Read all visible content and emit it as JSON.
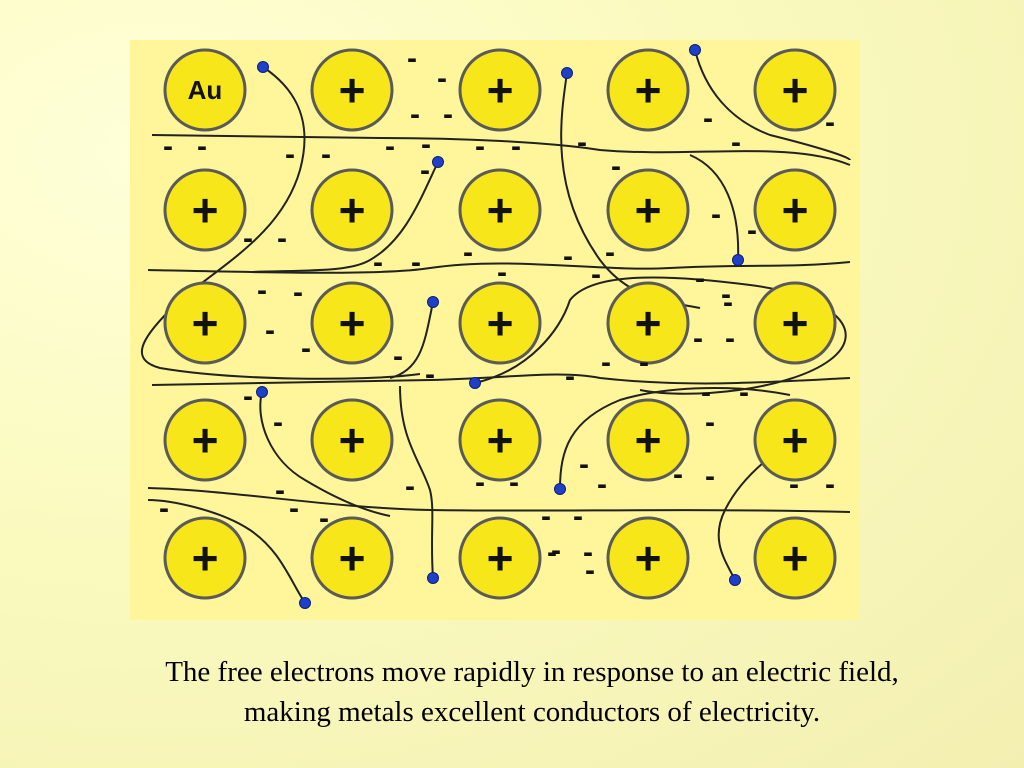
{
  "figure": {
    "atom_label": "Au",
    "ion_symbol": "+",
    "electron_symbol": "-",
    "colors": {
      "background": "#fff59a",
      "ion_fill": "#f6e61a",
      "ion_stroke": "#5a5a5a",
      "electron_dot": "#1e3fc8",
      "path_line": "#222222"
    }
  },
  "caption": {
    "line1": "The free electrons move rapidly in response to an electric field,",
    "line2": "making metals excellent conductors of electricity."
  }
}
